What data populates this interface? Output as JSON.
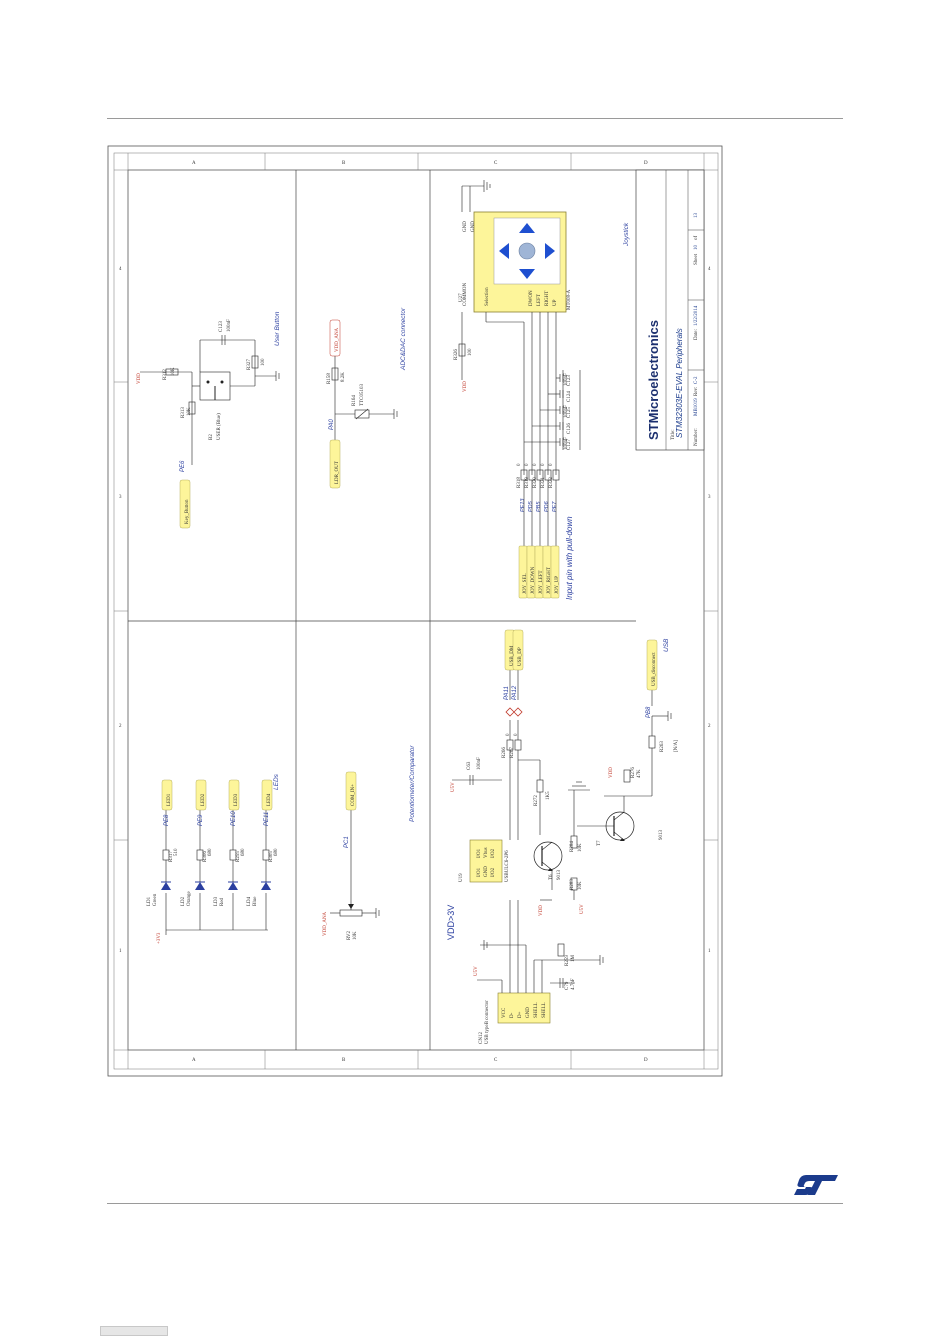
{
  "sections": {
    "leds": "LEDs",
    "potentiometer": "Potentiometer/Comparator",
    "usb": "USB",
    "user_button": "User Button",
    "adc_dac": "ADC&DAC connector",
    "joystick": "Joystick",
    "vdd_note": "VDD>3V",
    "joystick_note": "Input pin with pull-down"
  },
  "title_block": {
    "company": "STMicroelectronics",
    "title_label": "Title:",
    "title": "STM32303E-EVAL Peripherals",
    "number_label": "Number:",
    "number": "MB1019",
    "rev_label": "Rev:",
    "rev": "C-2",
    "date_label": "Date:",
    "date": "1/22/2014",
    "sheet_label": "Sheet",
    "sheet": "10",
    "of_label": "of",
    "sheets_total": "13"
  },
  "border": {
    "columns": [
      "A",
      "B",
      "C",
      "D"
    ],
    "rows": [
      "1",
      "2",
      "3",
      "4"
    ]
  },
  "leds": {
    "supply": "+3V3",
    "items": [
      {
        "ref": "LD1",
        "color": "Green",
        "res": "R317",
        "val": "510",
        "pin": "PE8",
        "net": "LED1"
      },
      {
        "ref": "LD2",
        "color": "Orange",
        "res": "R306",
        "val": "680",
        "pin": "PE9",
        "net": "LED2"
      },
      {
        "ref": "LD3",
        "color": "Red",
        "res": "R255",
        "val": "680",
        "pin": "PE10",
        "net": "LED3"
      },
      {
        "ref": "LD4",
        "color": "Blue",
        "res": "R305",
        "val": "680",
        "pin": "PE11",
        "net": "LED4"
      }
    ]
  },
  "potentiometer": {
    "ref": "RV2",
    "val": "10K",
    "supply": "VDD_ANA",
    "pin": "PC1",
    "net": "COM_IN+"
  },
  "usb": {
    "connector": "CN12",
    "connector_desc": "USB typeB connector",
    "pins": [
      "VCC",
      "D-",
      "D+",
      "GND",
      "SHELL",
      "SHELL"
    ],
    "ic": "U19",
    "ic_part": "USBULC6-2P6",
    "ic_pins": [
      "I/O1",
      "GND",
      "I/O2",
      "I/O1",
      "Vbus",
      "I/O2"
    ],
    "cap1": "C63",
    "cap1_val": "100nF",
    "res_pullup": "R272",
    "res_pullup_val": "1K5",
    "r_dm": "R266",
    "r_dm_val": "0",
    "r_dp": "R267",
    "r_dp_val": "0",
    "pin_dm": "PA11",
    "net_dm": "USB_DM",
    "pin_dp": "PA12",
    "net_dp": "USB_DP",
    "t_left": "T6",
    "t_left_part": "9013",
    "t_right": "T7",
    "t_right_part": "9013",
    "r284": "R284",
    "r284_val": "10K",
    "r283": "R283",
    "r283_val": "10K",
    "r276": "R276",
    "r276_val": "47K",
    "r263": "R263",
    "r263_val": "[N/A]",
    "c79": "C79",
    "c79_val": "4.7nF",
    "r259": "R259",
    "r259_val": "1M",
    "pin_disc": "PB8",
    "net_disc": "USB_disconnect",
    "v5": "U5V",
    "vdd": "VDD"
  },
  "user_button": {
    "ref": "B2",
    "desc": "USER (Blue)",
    "r312": "R312",
    "r312_val": "10K",
    "r313": "R313",
    "r313_val": "10K",
    "r327": "R327",
    "r327_val": "100",
    "c123": "C123",
    "c123_val": "100nF",
    "pin": "PE6",
    "net": "Key_Button",
    "vdd": "VDD"
  },
  "adc": {
    "r158": "R158",
    "r158_val": "8.2K",
    "r164": "R164",
    "r164_val": "TTC05103",
    "supply": "VDD_ANA",
    "pin": "PA0",
    "net": "LDR_OUT"
  },
  "joystick": {
    "ref": "U27",
    "part": "MT008-A",
    "pins": [
      "GND",
      "GND",
      "COMMON",
      "Selection",
      "DWON",
      "LEFT",
      "RIGHT",
      "UP"
    ],
    "r326": "R326",
    "r326_val": "100",
    "vdd": "VDD",
    "caps": [
      "C123",
      "C124",
      "C125",
      "C126",
      "C127"
    ],
    "cap_val": "100nF",
    "rows": [
      {
        "res": "R318",
        "val": "0",
        "pin": "PE13",
        "net": "JOY_SEL"
      },
      {
        "res": "R319",
        "val": "0",
        "pin": "PD5",
        "net": "JOY_DOWN"
      },
      {
        "res": "R320",
        "val": "0",
        "pin": "PB5",
        "net": "JOY_LEFT"
      },
      {
        "res": "R321",
        "val": "0",
        "pin": "PD6",
        "net": "JOY_RIGHT"
      },
      {
        "res": "R322",
        "val": "0",
        "pin": "PE7",
        "net": "JOY_UP"
      }
    ]
  },
  "colors": {
    "net_label": "#fdf59a",
    "pin_label": "#2b3fa0",
    "supply_label": "#c0392b",
    "st_logo": "#1b3b8c"
  }
}
